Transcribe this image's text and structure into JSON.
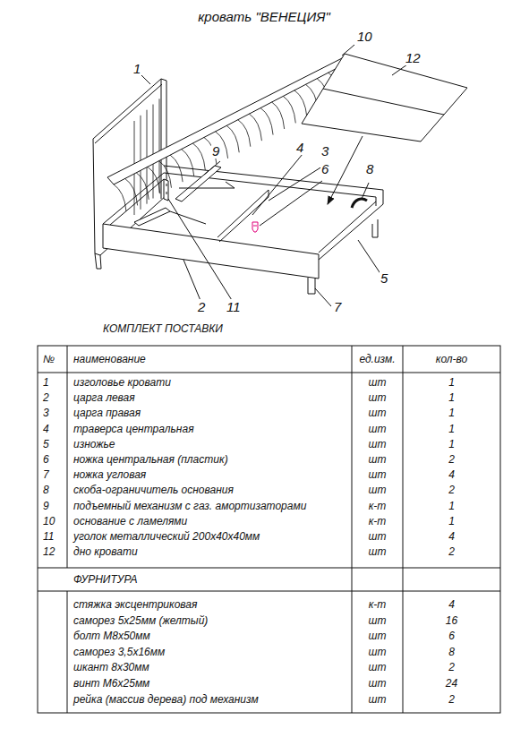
{
  "diagram": {
    "title": "кровать \"ВЕНЕЦИЯ\"",
    "labels": [
      "10",
      "1",
      "12",
      "4",
      "3",
      "9",
      "6",
      "8",
      "5",
      "2",
      "11",
      "7",
      "КОМПЛЕКТ ПОСТАВКИ",
      "№",
      "наименование",
      "ед.изм.",
      "кол-во",
      "1",
      "изголовье кровати",
      "шт",
      "1",
      "2",
      "царга левая",
      "шт",
      "1",
      "3",
      "царга правая",
      "шт",
      "1",
      "4",
      "траверса центральная",
      "шт",
      "1",
      "5",
      "изножье",
      "шт",
      "1",
      "6",
      "ножка центральная (пластик)",
      "шт",
      "2",
      "7",
      "ножка угловая",
      "шт",
      "4",
      "8",
      "скоба-ограничитель основания",
      "шт",
      "2",
      "9",
      "подъемный механизм с газ. амортизаторами",
      "к-т",
      "1",
      "10",
      "основание с ламелями",
      "к-т",
      "1",
      "11",
      "уголок металлический 200х40х40мм",
      "шт",
      "4",
      "12",
      "дно кровати",
      "шт",
      "2",
      "ФУРНИТУРА",
      "стяжка эксцентриковая",
      "к-т",
      "4",
      "саморез 5х25мм (желтый)",
      "шт",
      "16",
      "болт М8х50мм",
      "шт",
      "6",
      "саморез 3,5х16мм",
      "шт",
      "8",
      "шкант 8х30мм",
      "шт",
      "2",
      "винт М6х25мм",
      "шт",
      "24",
      "рейка (массив дерева) под механизм",
      "шт",
      "2"
    ]
  }
}
